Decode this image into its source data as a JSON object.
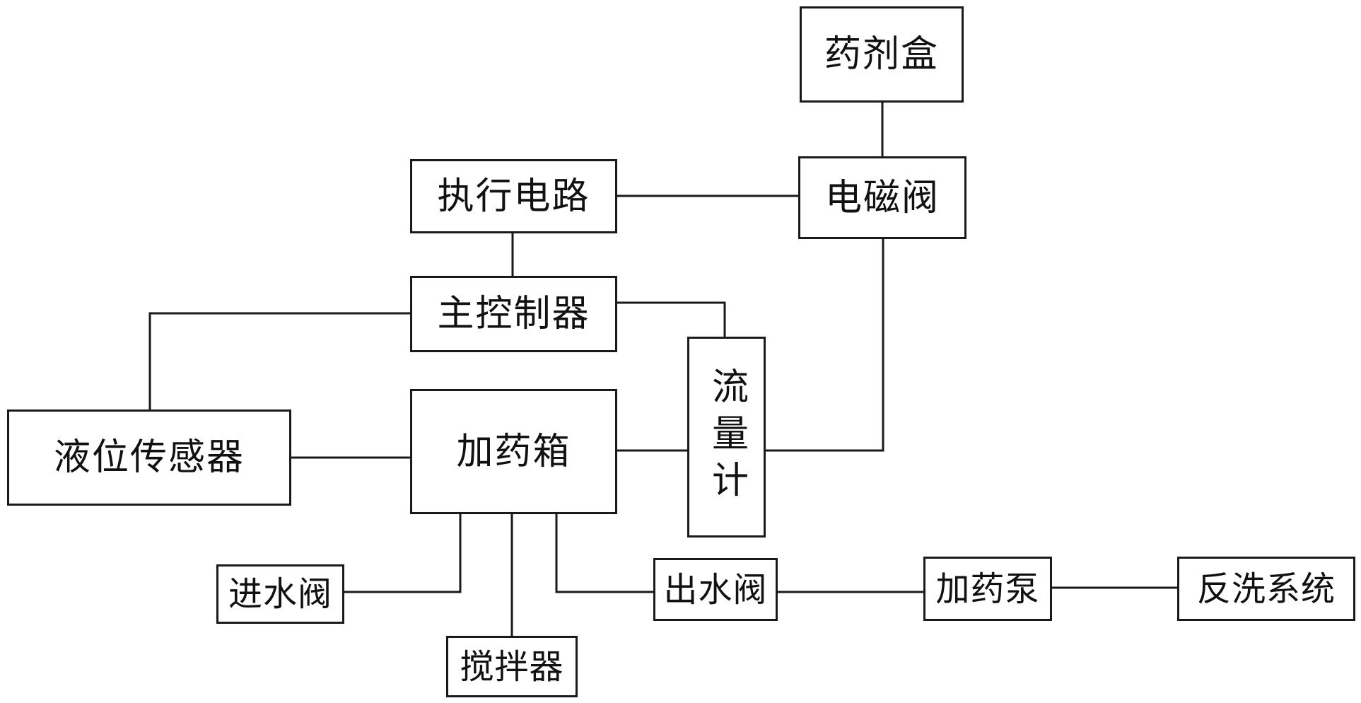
{
  "diagram": {
    "nodes": {
      "medicine_box": "药剂盒",
      "solenoid_valve": "电磁阀",
      "execution_circuit": "执行电路",
      "main_controller": "主控制器",
      "flow_meter": "流量计",
      "liquid_level_sensor": "液位传感器",
      "dosing_tank": "加药箱",
      "inlet_valve": "进水阀",
      "stirrer": "搅拌器",
      "outlet_valve": "出水阀",
      "dosing_pump": "加药泵",
      "backwash_system": "反洗系统"
    },
    "connections": [
      [
        "medicine_box",
        "solenoid_valve"
      ],
      [
        "execution_circuit",
        "solenoid_valve"
      ],
      [
        "execution_circuit",
        "main_controller"
      ],
      [
        "main_controller",
        "liquid_level_sensor"
      ],
      [
        "main_controller",
        "flow_meter"
      ],
      [
        "solenoid_valve",
        "flow_meter"
      ],
      [
        "liquid_level_sensor",
        "dosing_tank"
      ],
      [
        "dosing_tank",
        "flow_meter"
      ],
      [
        "dosing_tank",
        "inlet_valve"
      ],
      [
        "dosing_tank",
        "stirrer"
      ],
      [
        "dosing_tank",
        "outlet_valve"
      ],
      [
        "outlet_valve",
        "dosing_pump"
      ],
      [
        "dosing_pump",
        "backwash_system"
      ]
    ]
  }
}
